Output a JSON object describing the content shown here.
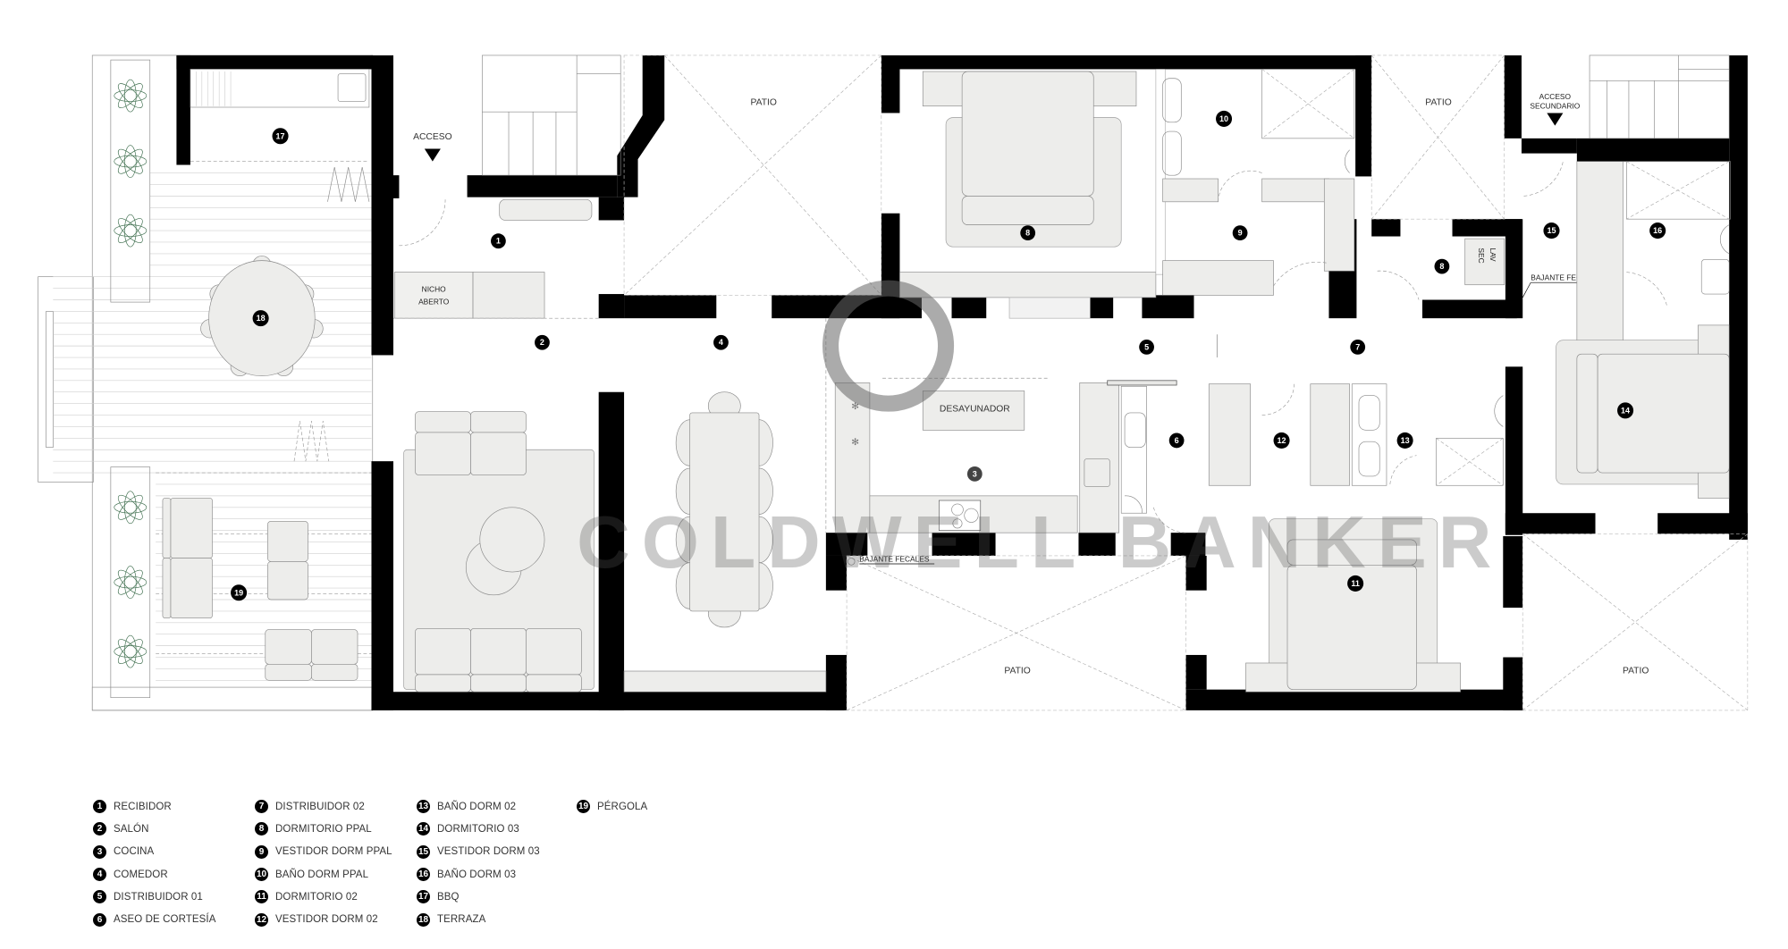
{
  "plan": {
    "access_labels": {
      "main": "ACCESO",
      "secondary_line1": "ACCESO",
      "secondary_line2": "SECUNDARIO"
    },
    "text_labels": {
      "nicho_line1": "NICHO",
      "nicho_line2": "ABERTO",
      "desayunador": "DESAYUNADOR",
      "patio": "PATIO",
      "lav": "LAV",
      "sec": "SEC",
      "bajante": "BAJANTE FECALES"
    },
    "room_markers": [
      {
        "n": "1"
      },
      {
        "n": "2"
      },
      {
        "n": "3"
      },
      {
        "n": "4"
      },
      {
        "n": "5"
      },
      {
        "n": "6"
      },
      {
        "n": "7"
      },
      {
        "n": "8"
      },
      {
        "n": "9"
      },
      {
        "n": "10"
      },
      {
        "n": "11"
      },
      {
        "n": "12"
      },
      {
        "n": "13"
      },
      {
        "n": "14"
      },
      {
        "n": "15"
      },
      {
        "n": "16"
      },
      {
        "n": "17"
      },
      {
        "n": "18"
      },
      {
        "n": "19"
      }
    ],
    "watermark": "COLDWELL BANKER"
  },
  "legend": {
    "columns": [
      [
        {
          "n": "1",
          "label": "RECIBIDOR"
        },
        {
          "n": "2",
          "label": "SALÓN"
        },
        {
          "n": "3",
          "label": "COCINA"
        },
        {
          "n": "4",
          "label": "COMEDOR"
        },
        {
          "n": "5",
          "label": "DISTRIBUIDOR 01"
        },
        {
          "n": "6",
          "label": "ASEO DE CORTESÍA"
        }
      ],
      [
        {
          "n": "7",
          "label": "DISTRIBUIDOR 02"
        },
        {
          "n": "8",
          "label": "DORMITORIO PPAL"
        },
        {
          "n": "9",
          "label": "VESTIDOR DORM PPAL"
        },
        {
          "n": "10",
          "label": "BAÑO DORM PPAL"
        },
        {
          "n": "11",
          "label": "DORMITORIO 02"
        },
        {
          "n": "12",
          "label": "VESTIDOR DORM 02"
        }
      ],
      [
        {
          "n": "13",
          "label": "BAÑO DORM 02"
        },
        {
          "n": "14",
          "label": "DORMITORIO 03"
        },
        {
          "n": "15",
          "label": "VESTIDOR DORM 03"
        },
        {
          "n": "16",
          "label": "BAÑO DORM 03"
        },
        {
          "n": "17",
          "label": "BBQ"
        },
        {
          "n": "18",
          "label": "TERRAZA"
        }
      ],
      [
        {
          "n": "19",
          "label": "PÉRGOLA"
        }
      ]
    ]
  }
}
